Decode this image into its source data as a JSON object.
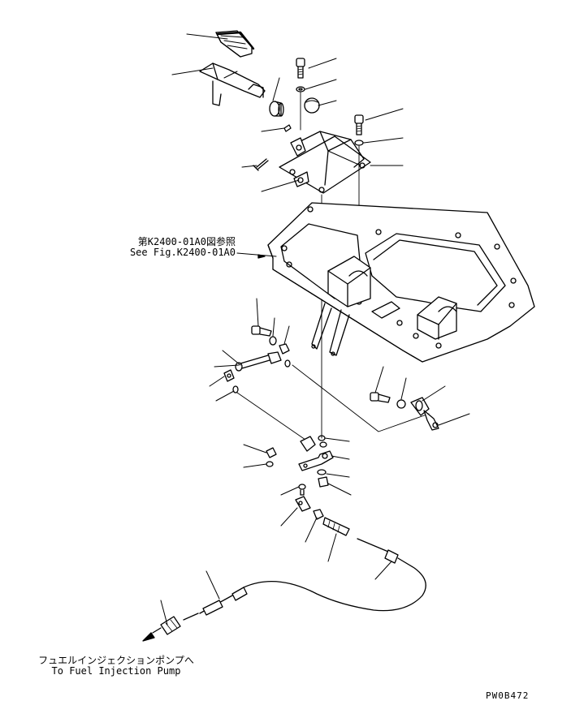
{
  "reference_note": {
    "line1": "第K2400-01A0図参照",
    "line2": "See Fig.K2400-01A0"
  },
  "destination_note": {
    "line1": "フュエルインジェクションポンプへ",
    "line2": "To Fuel Injection Pump"
  },
  "drawing_code": "PW0B472"
}
